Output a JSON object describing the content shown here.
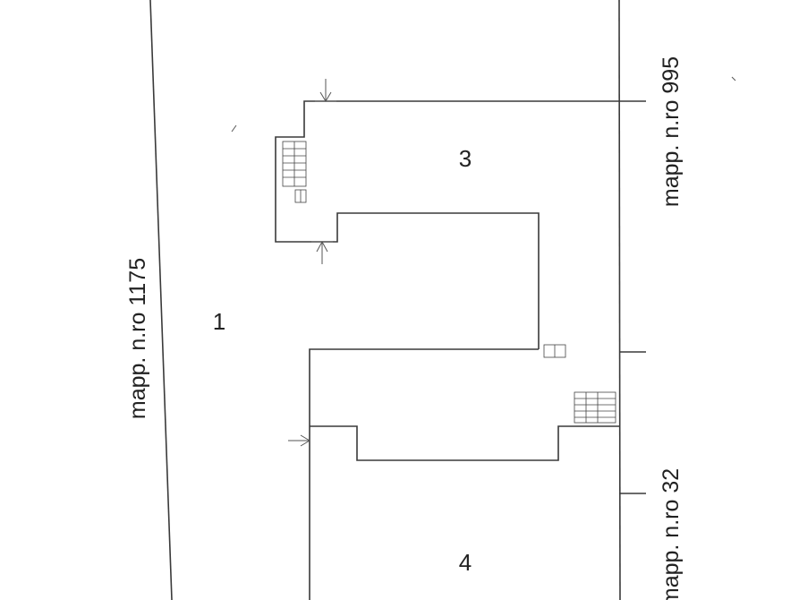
{
  "drawing": {
    "ink_color": "#3a3a3a",
    "paper_color": "#ffffff",
    "parcel_labels": {
      "left": "mapp. n.ro 1175",
      "right_top": "mapp. n.ro 995",
      "right_bottom": "mapp. n.ro 32"
    },
    "room_labels": {
      "one": "1",
      "three": "3",
      "four": "4"
    }
  }
}
